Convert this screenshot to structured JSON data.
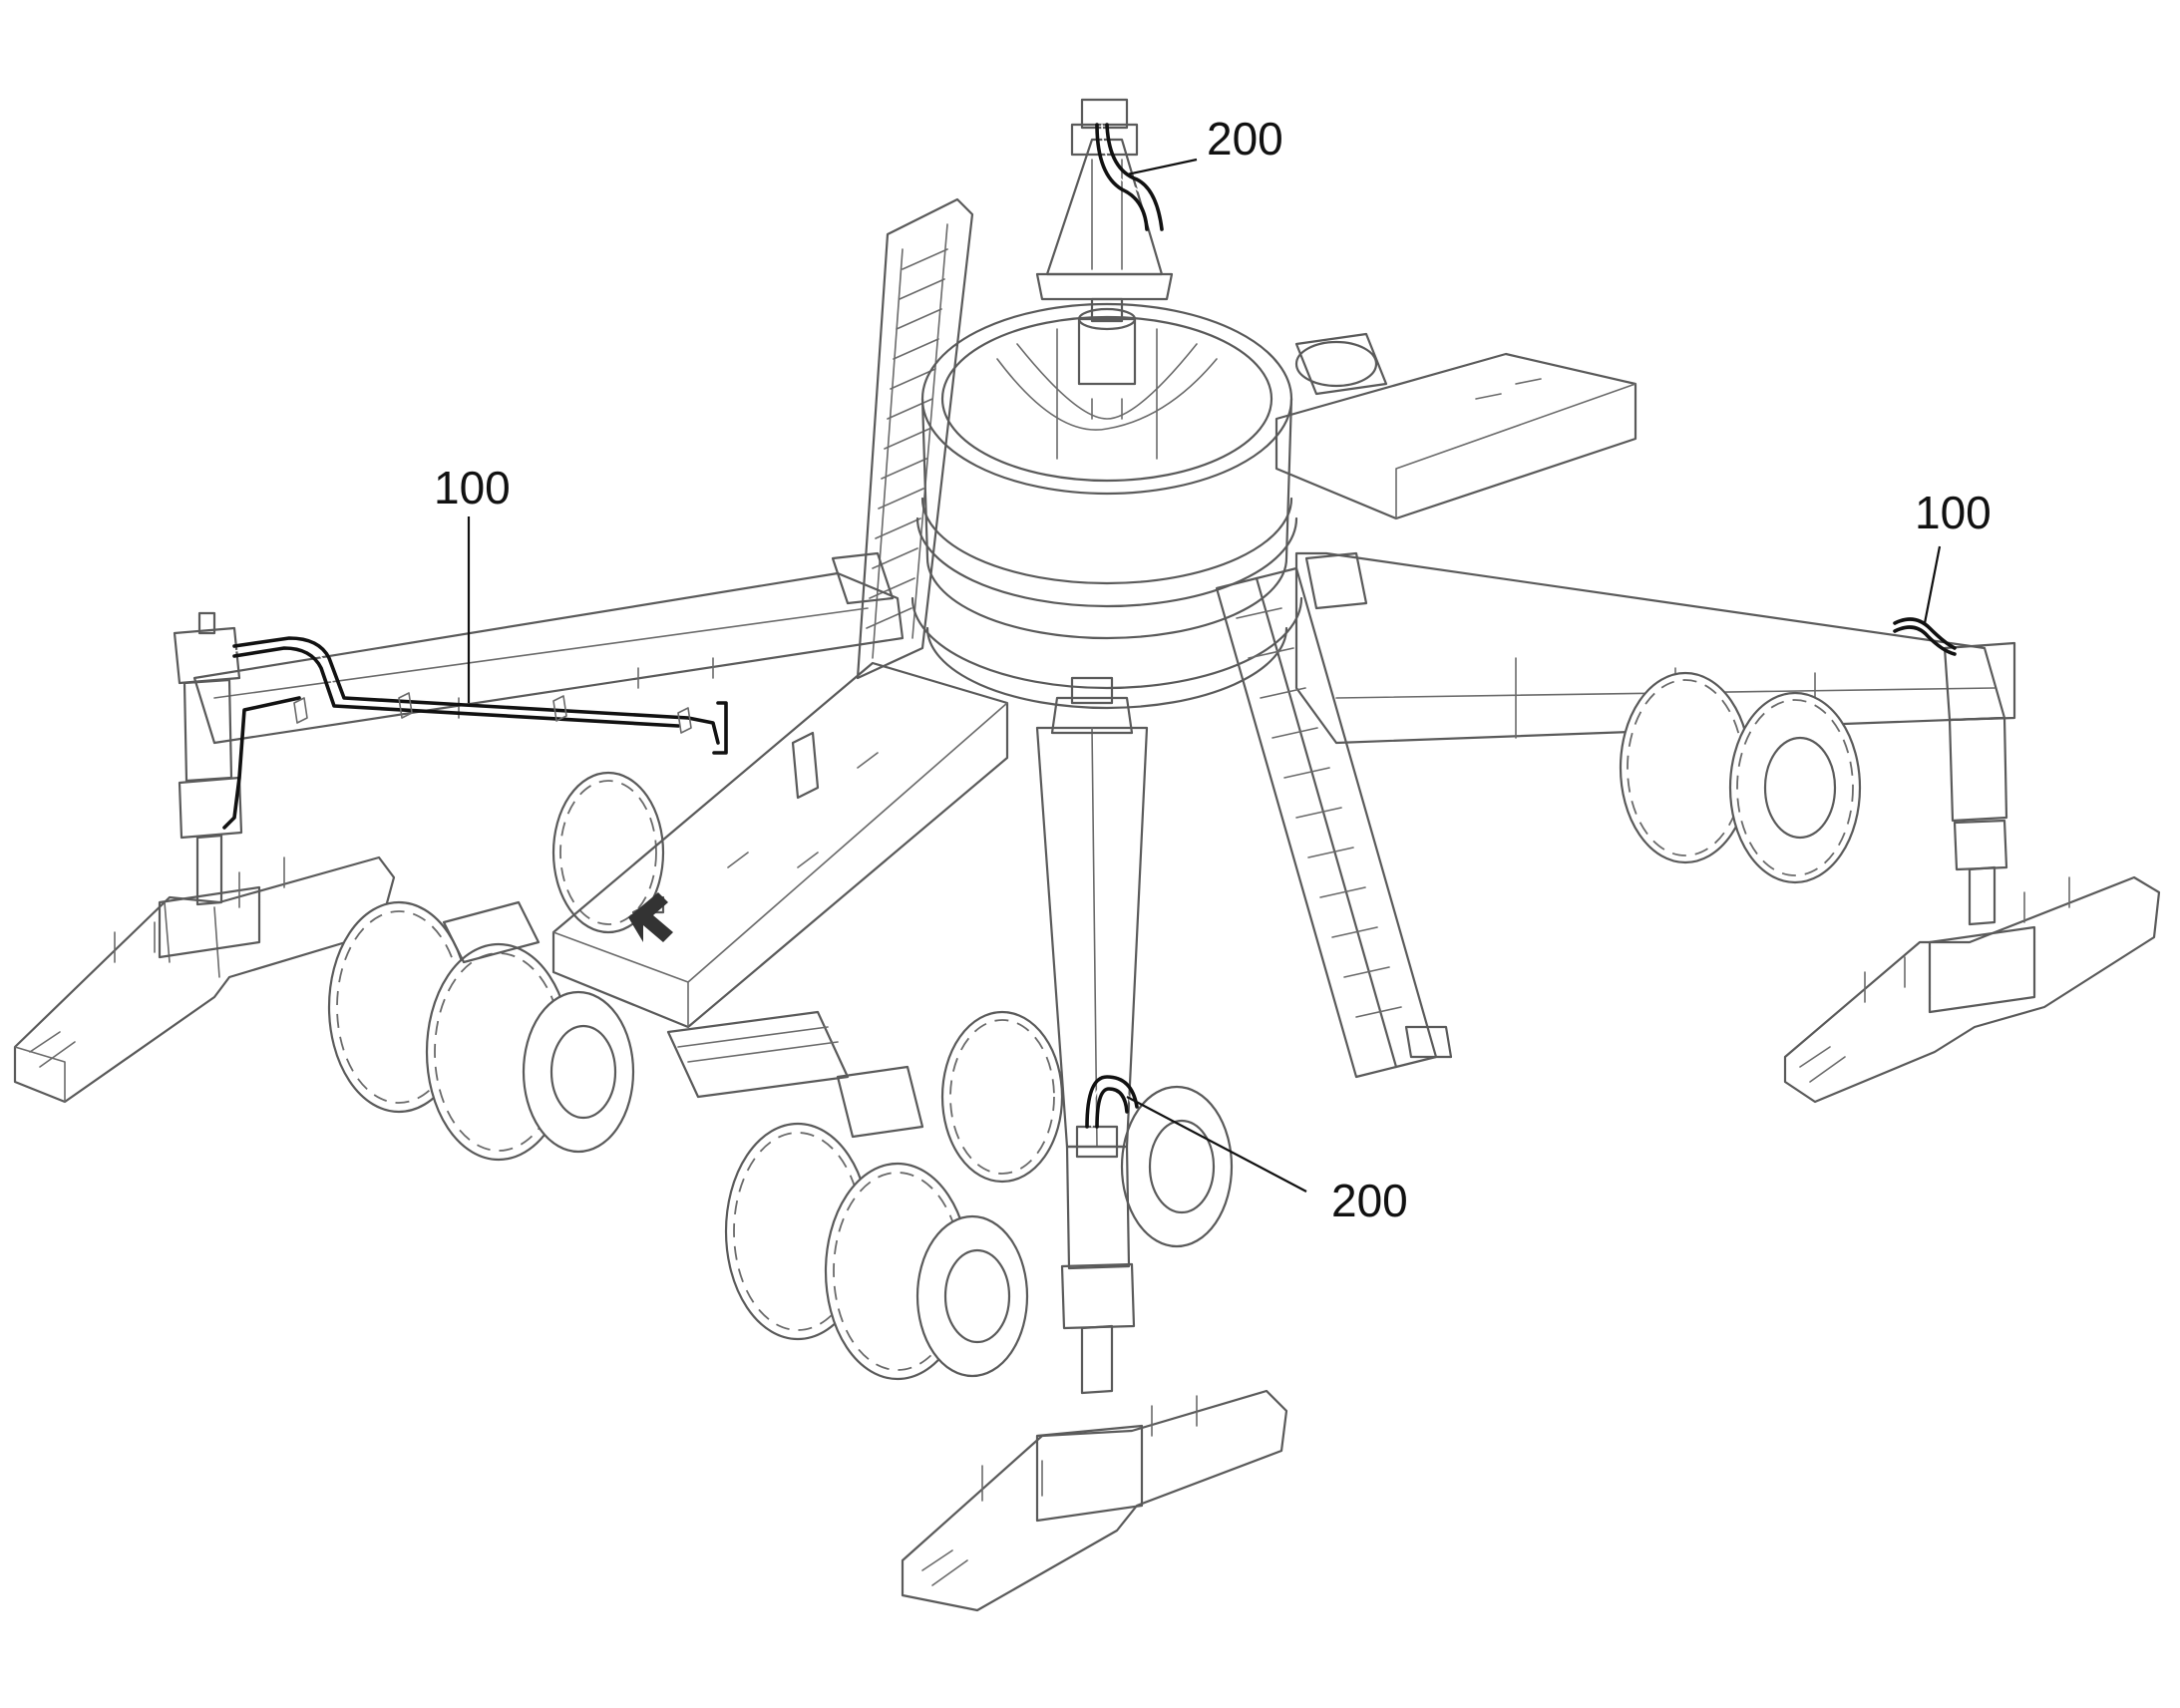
{
  "labels": {
    "top_200": "200",
    "left_100": "100",
    "right_100": "100",
    "bottom_200": "200"
  }
}
